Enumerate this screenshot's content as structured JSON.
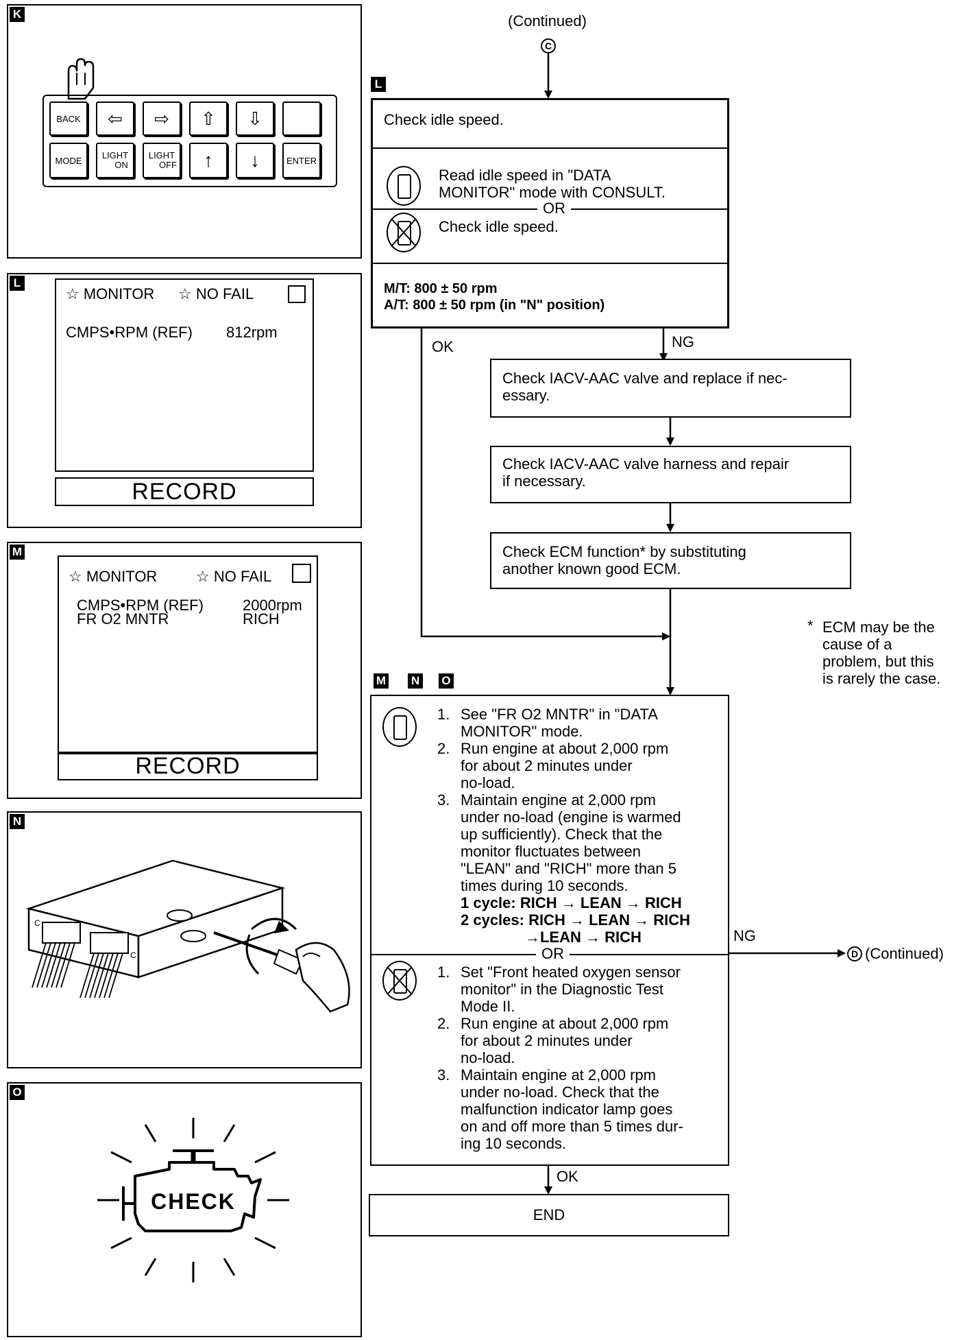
{
  "continued_top": "(Continued)",
  "connector_c": "C",
  "connector_d": "D",
  "continued_right": "(Continued)",
  "panels": {
    "k": {
      "tag": "K",
      "keys": {
        "back": "BACK",
        "mode": "MODE",
        "light_on_1": "LIGHT",
        "light_on_2": "ON",
        "light_off_1": "LIGHT",
        "light_off_2": "OFF",
        "enter": "ENTER"
      }
    },
    "l": {
      "tag": "L",
      "monitor": "☆ MONITOR",
      "no_fail": "☆ NO FAIL",
      "row_label": "CMPS•RPM (REF)",
      "row_value": "812rpm",
      "record": "RECORD"
    },
    "m": {
      "tag": "M",
      "monitor": "☆ MONITOR",
      "no_fail": "☆ NO FAIL",
      "rows": [
        {
          "label": "CMPS•RPM (REF)",
          "value": "2000rpm"
        },
        {
          "label": "FR O2 MNTR",
          "value": "RICH"
        }
      ],
      "record": "RECORD"
    },
    "n": {
      "tag": "N"
    },
    "o": {
      "tag": "O",
      "check": "CHECK"
    }
  },
  "flow": {
    "l_tag": "L",
    "check_idle": {
      "title": "Check idle speed.",
      "consult_text_1": "Read idle speed in \"DATA",
      "consult_text_2": "MONITOR\" mode with CONSULT.",
      "or": "OR",
      "noconsult_text": "Check idle speed.",
      "spec_mt": "M/T: 800 ± 50 rpm",
      "spec_at": "A/T: 800 ± 50 rpm (in \"N\" position)"
    },
    "ok_label": "OK",
    "ng_label": "NG",
    "iacv_check": "Check IACV-AAC valve and replace if nec-\nessary.",
    "iacv_harness": "Check IACV-AAC valve harness and repair\nif necessary.",
    "ecm_check": "Check ECM function* by substituting\nanother known good ECM.",
    "footnote_star": "*",
    "footnote": "ECM may be the\ncause of a\nproblem, but this\nis rarely the case.",
    "mno_tags": [
      "M",
      "N",
      "O"
    ],
    "consult_steps": [
      {
        "n": "1.",
        "t": "See \"FR O2 MNTR\" in \"DATA\nMONITOR\" mode."
      },
      {
        "n": "2.",
        "t": "Run engine at about 2,000 rpm\nfor about 2 minutes under\nno-load."
      },
      {
        "n": "3.",
        "t": "Maintain engine at 2,000 rpm\nunder no-load (engine is warmed\nup sufficiently). Check that the\nmonitor fluctuates between\n\"LEAN\" and \"RICH\" more than 5\ntimes during 10 seconds."
      }
    ],
    "cycle_1": "1 cycle: RICH → LEAN → RICH",
    "cycle_2a": "2 cycles: RICH → LEAN → RICH",
    "cycle_2b": "→LEAN → RICH",
    "or2": "OR",
    "noconsult_steps": [
      {
        "n": "1.",
        "t": "Set \"Front heated oxygen sensor\nmonitor\" in the Diagnostic Test\nMode II."
      },
      {
        "n": "2.",
        "t": "Run engine at about 2,000 rpm\nfor about 2 minutes under\nno-load."
      },
      {
        "n": "3.",
        "t": "Maintain engine at 2,000 rpm\nunder no-load. Check that the\nmalfunction indicator lamp goes\non and off more than 5 times dur-\ning 10 seconds."
      }
    ],
    "ng_label2": "NG",
    "ok_label2": "OK",
    "end": "END"
  }
}
